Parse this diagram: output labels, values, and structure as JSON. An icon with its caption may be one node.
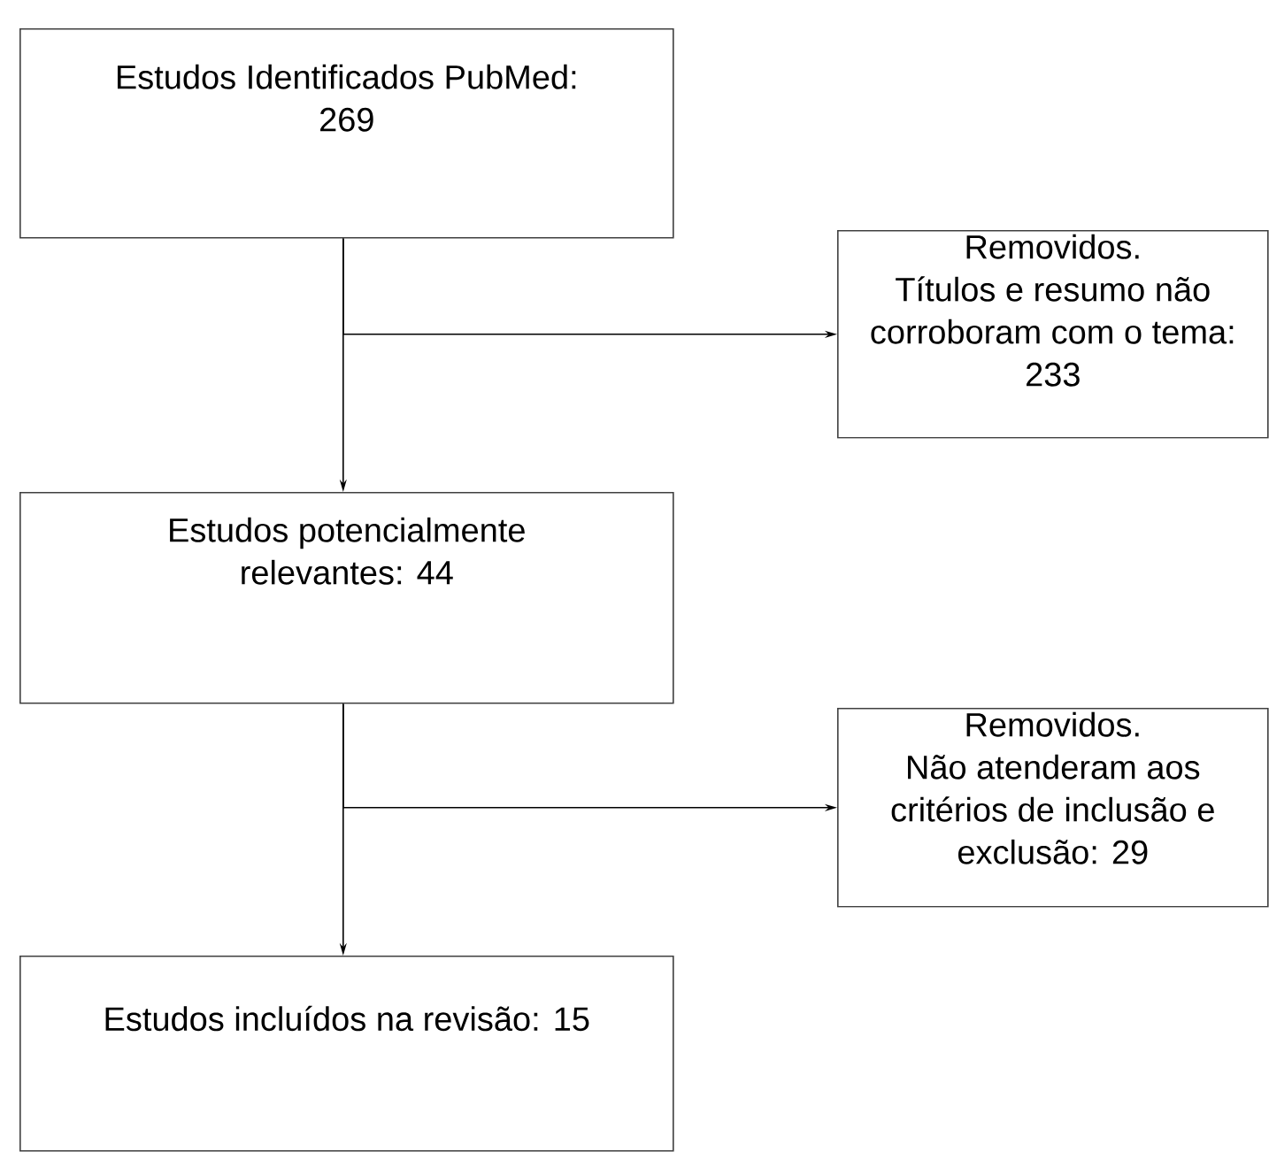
{
  "diagram": {
    "nodes": [
      {
        "text": [
          "Estudos Identificados PubMed: 269"
        ]
      },
      {
        "text": [
          "Removidos.",
          "Títulos e resumo não corroboram com o tema: 233"
        ]
      },
      {
        "text": [
          "Estudos potencialmente relevantes: 44"
        ]
      },
      {
        "text": [
          "Removidos.",
          "Não atenderam aos critérios de inclusão e exclusão: 29"
        ]
      },
      {
        "text": [
          "Estudos incluídos na revisão: 15"
        ]
      }
    ],
    "edges": [
      {
        "from": 0,
        "to": 2,
        "arrow": "to"
      },
      {
        "from": 0,
        "to": 1,
        "arrow": "to"
      },
      {
        "from": 2,
        "to": 4,
        "arrow": "to"
      },
      {
        "from": 2,
        "to": 3,
        "arrow": "to"
      }
    ]
  }
}
